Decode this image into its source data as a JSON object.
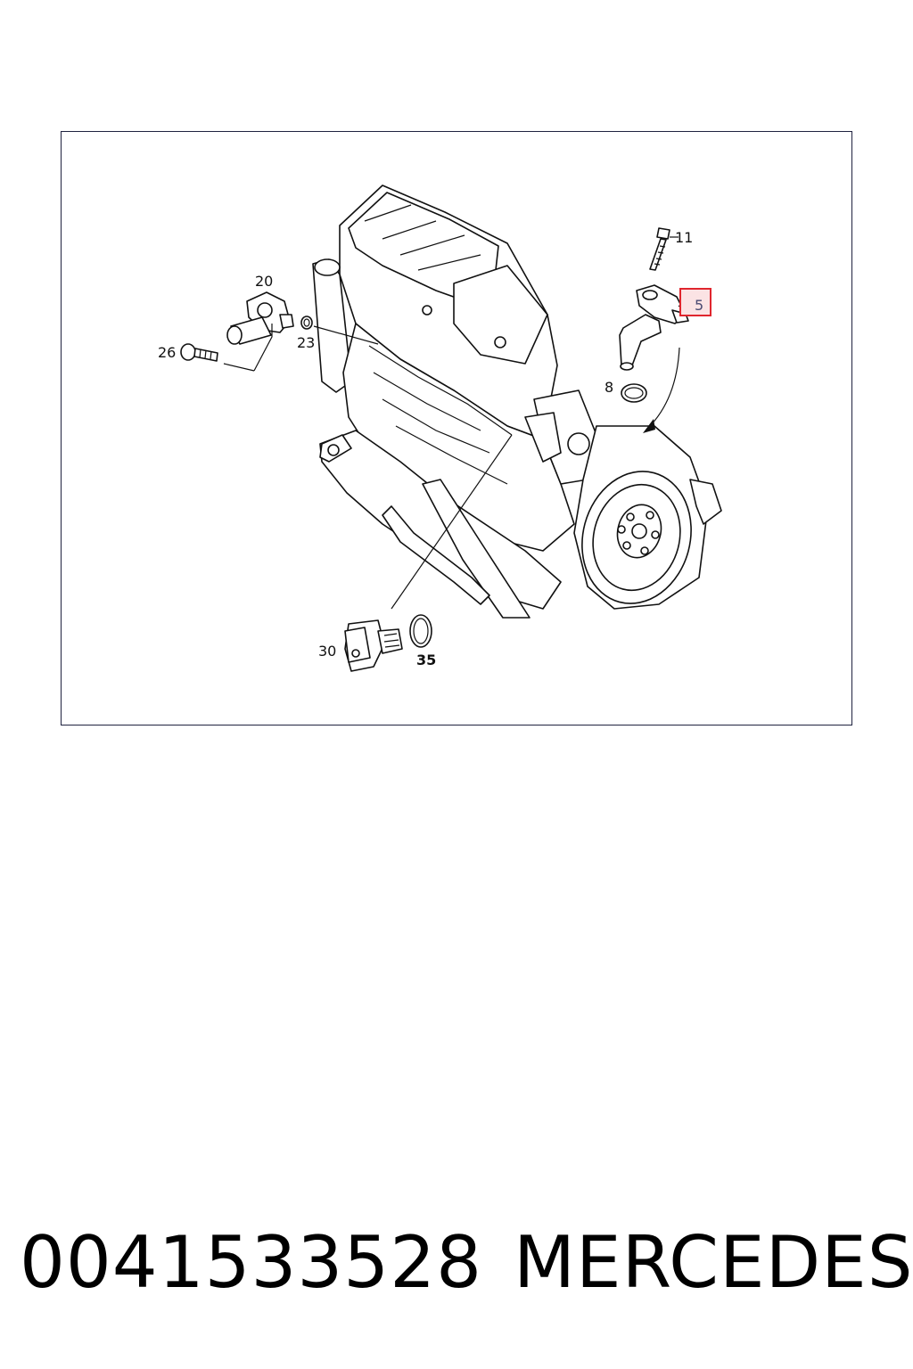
{
  "diagram": {
    "callouts": [
      {
        "id": "11",
        "text": "11"
      },
      {
        "id": "5",
        "text": "5",
        "highlighted": true
      },
      {
        "id": "20",
        "text": "20"
      },
      {
        "id": "23",
        "text": "23"
      },
      {
        "id": "26",
        "text": "26"
      },
      {
        "id": "8",
        "text": "8"
      },
      {
        "id": "30",
        "text": "30"
      },
      {
        "id": "35",
        "text": "35"
      }
    ],
    "highlight_color": "#e0262e"
  },
  "caption": {
    "part_number": "0041533528",
    "brand": "MERCEDES"
  }
}
